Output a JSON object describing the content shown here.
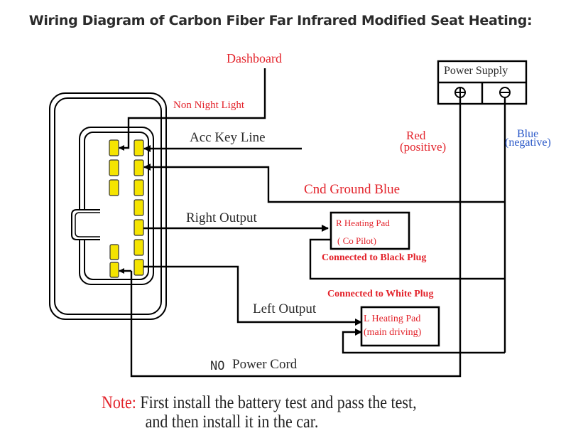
{
  "title": "Wiring Diagram of Carbon Fiber Far Infrared Modified Seat Heating:",
  "colors": {
    "label_red": "#e3232b",
    "label_blue": "#2b59c8",
    "pin_yellow": "#f5e400",
    "wire": "#000000"
  },
  "labels": {
    "dashboard": "Dashboard",
    "non_night_light": "Non Night Light",
    "acc_key_line": "Acc Key Line",
    "cnd_ground_blue": "Cnd Ground Blue",
    "right_output": "Right Output",
    "left_output": "Left Output",
    "no_power_cord_prefix": "NO",
    "no_power_cord": "Power Cord",
    "red_positive_1": "Red",
    "red_positive_2": "(positive)",
    "blue_negative_1": "Blue",
    "blue_negative_2": "(negative)",
    "connected_black": "Connected to Black Plug",
    "connected_white": "Connected to White Plug"
  },
  "power_supply": {
    "label": "Power Supply",
    "positive_symbol": "plus-terminal",
    "negative_symbol": "minus-terminal"
  },
  "r_pad": {
    "line1": "R Heating Pad",
    "line2": "( Co Pilot)"
  },
  "l_pad": {
    "line1": "L Heating Pad",
    "line2": "(main driving)"
  },
  "note": {
    "prefix": "Note:",
    "line1": "First install the battery test and pass the test,",
    "line2": "and then install it in the car."
  }
}
